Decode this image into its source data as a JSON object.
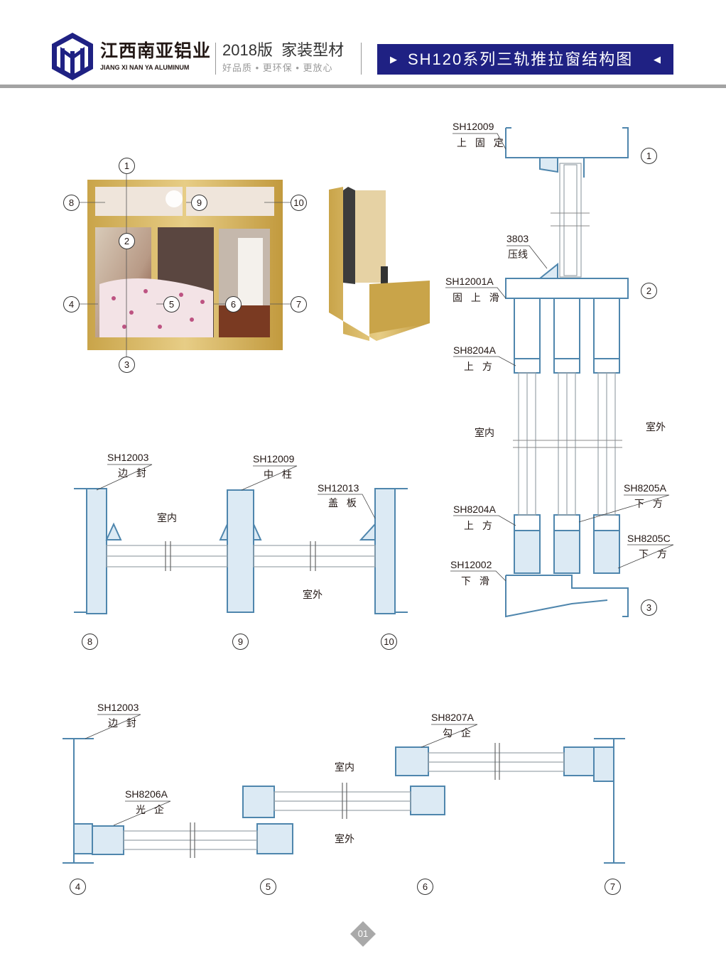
{
  "header": {
    "brand_cn": "江西南亚铝业",
    "brand_en": "JIANG XI NAN YA ALUMINUM",
    "edition": "2018版  家装型材",
    "slogan": "好品质 • 更环保 • 更放心",
    "title": "SH120系列三轨推拉窗结构图",
    "accent": "#1f2183"
  },
  "photo_callouts": [
    "1",
    "2",
    "3",
    "4",
    "5",
    "6",
    "7",
    "8",
    "9",
    "10"
  ],
  "vertical_section": {
    "labels": [
      {
        "code": "SH12009",
        "name": "上 固 定"
      },
      {
        "code": "3803",
        "name": "压线"
      },
      {
        "code": "SH12001A",
        "name": "固 上 滑"
      },
      {
        "code": "SH8204A",
        "name": "上 方"
      },
      {
        "code": "SH8205A",
        "name": "下 方"
      },
      {
        "code": "SH8204A",
        "name": "上 方"
      },
      {
        "code": "SH8205C",
        "name": "下 方"
      },
      {
        "code": "SH12002",
        "name": "下 滑"
      }
    ],
    "indoor": "室内",
    "outdoor": "室外",
    "callouts": [
      "1",
      "2",
      "3"
    ]
  },
  "transom_section": {
    "labels": [
      {
        "code": "SH12003",
        "name": "边 封"
      },
      {
        "code": "SH12009",
        "name": "中 柱"
      },
      {
        "code": "SH12013",
        "name": "盖 板"
      }
    ],
    "indoor": "室内",
    "outdoor": "室外",
    "callouts": [
      "8",
      "9",
      "10"
    ]
  },
  "sash_section": {
    "labels": [
      {
        "code": "SH12003",
        "name": "边 封"
      },
      {
        "code": "SH8207A",
        "name": "勾 企"
      },
      {
        "code": "SH8206A",
        "name": "光 企"
      }
    ],
    "indoor": "室内",
    "outdoor": "室外",
    "callouts": [
      "4",
      "5",
      "6",
      "7"
    ]
  },
  "page_number": "01"
}
